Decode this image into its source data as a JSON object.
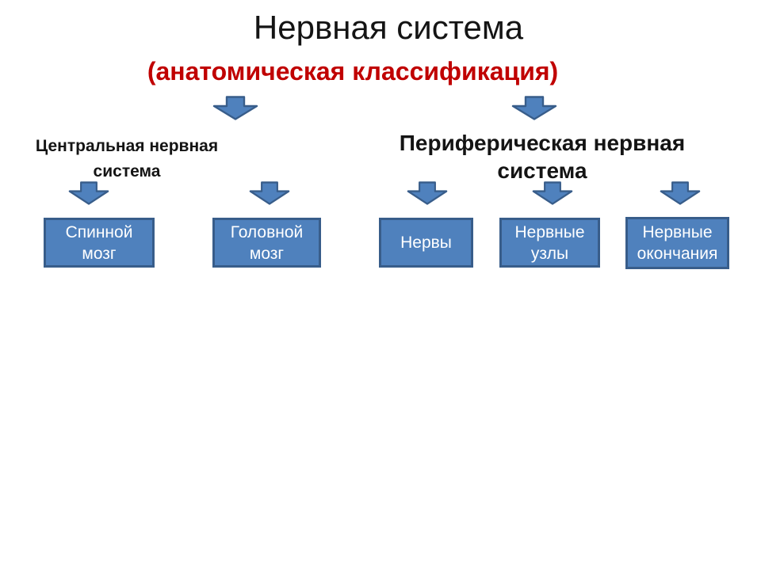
{
  "slide": {
    "title": "Нервная система",
    "subtitle": "(анатомическая классификация)"
  },
  "colors": {
    "background": "#ffffff",
    "title_text": "#141414",
    "subtitle_red": "#c00000",
    "shape_fill": "#4f81bd",
    "shape_border": "#385d8a",
    "node_text": "#ffffff"
  },
  "icons": {
    "connector": "down-block-arrow"
  },
  "branches": [
    {
      "name": "central",
      "label_line1": "Центральная нервная",
      "label_line2": "система",
      "children": [
        {
          "label": "Спинной мозг"
        },
        {
          "label": "Головной мозг"
        }
      ]
    },
    {
      "name": "peripheral",
      "label_line1": "Периферическая нервная",
      "label_line2": "система",
      "children": [
        {
          "label": "Нервы"
        },
        {
          "label": "Нервные узлы"
        },
        {
          "label": "Нервные окончания"
        }
      ]
    }
  ]
}
